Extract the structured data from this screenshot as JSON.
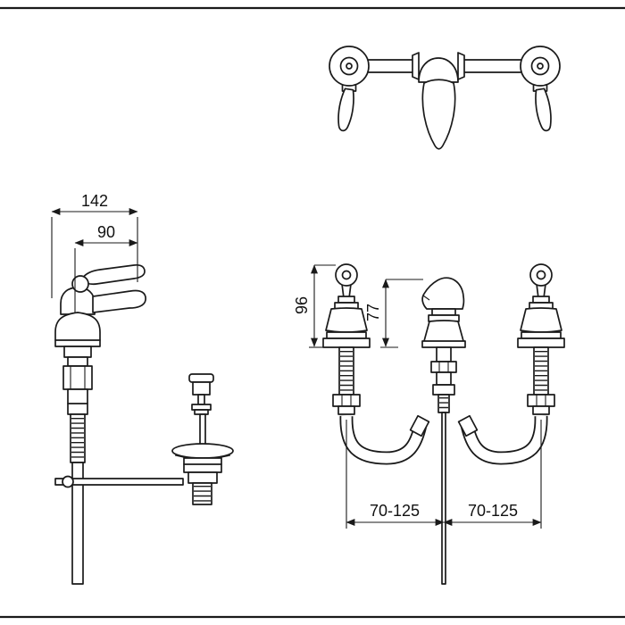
{
  "canvas": {
    "background": "#ffffff",
    "line_color": "#1a1a1a",
    "text_color": "#111111"
  },
  "figures": {
    "top_right": "wall-mounted-basin-mixer-front-elevation",
    "left": "pillar-tap-with-pop-up-waste-side-elevation",
    "bottom_right": "three-hole-basin-mixer-front-elevation"
  },
  "dimensions": {
    "side_view": {
      "overall": "142",
      "handle": "90"
    },
    "front_view": {
      "height_total": "96",
      "spout_height": "77",
      "spacing_left": "70-125",
      "spacing_right": "70-125"
    }
  }
}
